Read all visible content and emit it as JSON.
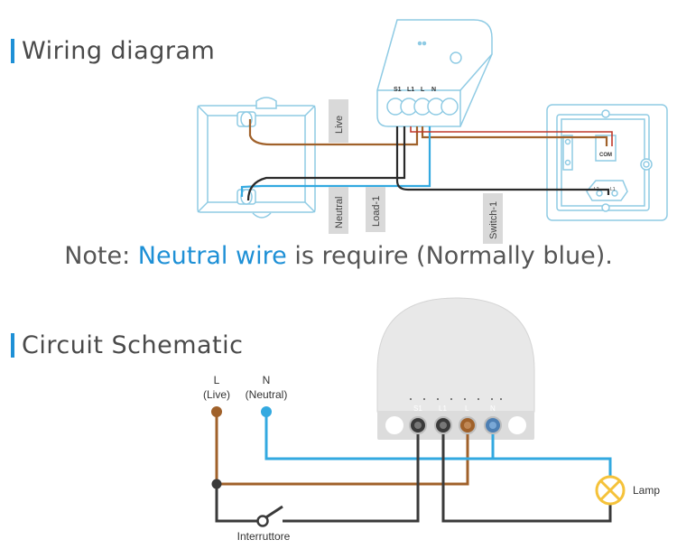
{
  "wiring": {
    "title": "Wiring diagram",
    "labels": {
      "live": "Live",
      "neutral": "Neutral",
      "load": "Load-1",
      "switch": "Switch-1"
    },
    "terminals": [
      "S1",
      "L1",
      "L",
      "N"
    ],
    "switch_com": "COM",
    "switch_terms": [
      "L2",
      "L1"
    ]
  },
  "note": {
    "prefix": "Note: ",
    "highlight": "Neutral wire",
    "suffix": " is require (Normally blue)."
  },
  "schematic": {
    "title": "Circuit Schematic",
    "live_label": "L",
    "live_sub": "(Live)",
    "neutral_label": "N",
    "neutral_sub": "(Neutral)",
    "terminals": [
      "S1",
      "L1",
      "L",
      "N"
    ],
    "lamp_label": "Lamp",
    "switch_label": "Interruttore"
  },
  "colors": {
    "live": "#a0612a",
    "neutral": "#33a9e0",
    "load": "#3a3a3a",
    "accent": "#1e90d6",
    "lamp": "#f5c23a"
  }
}
